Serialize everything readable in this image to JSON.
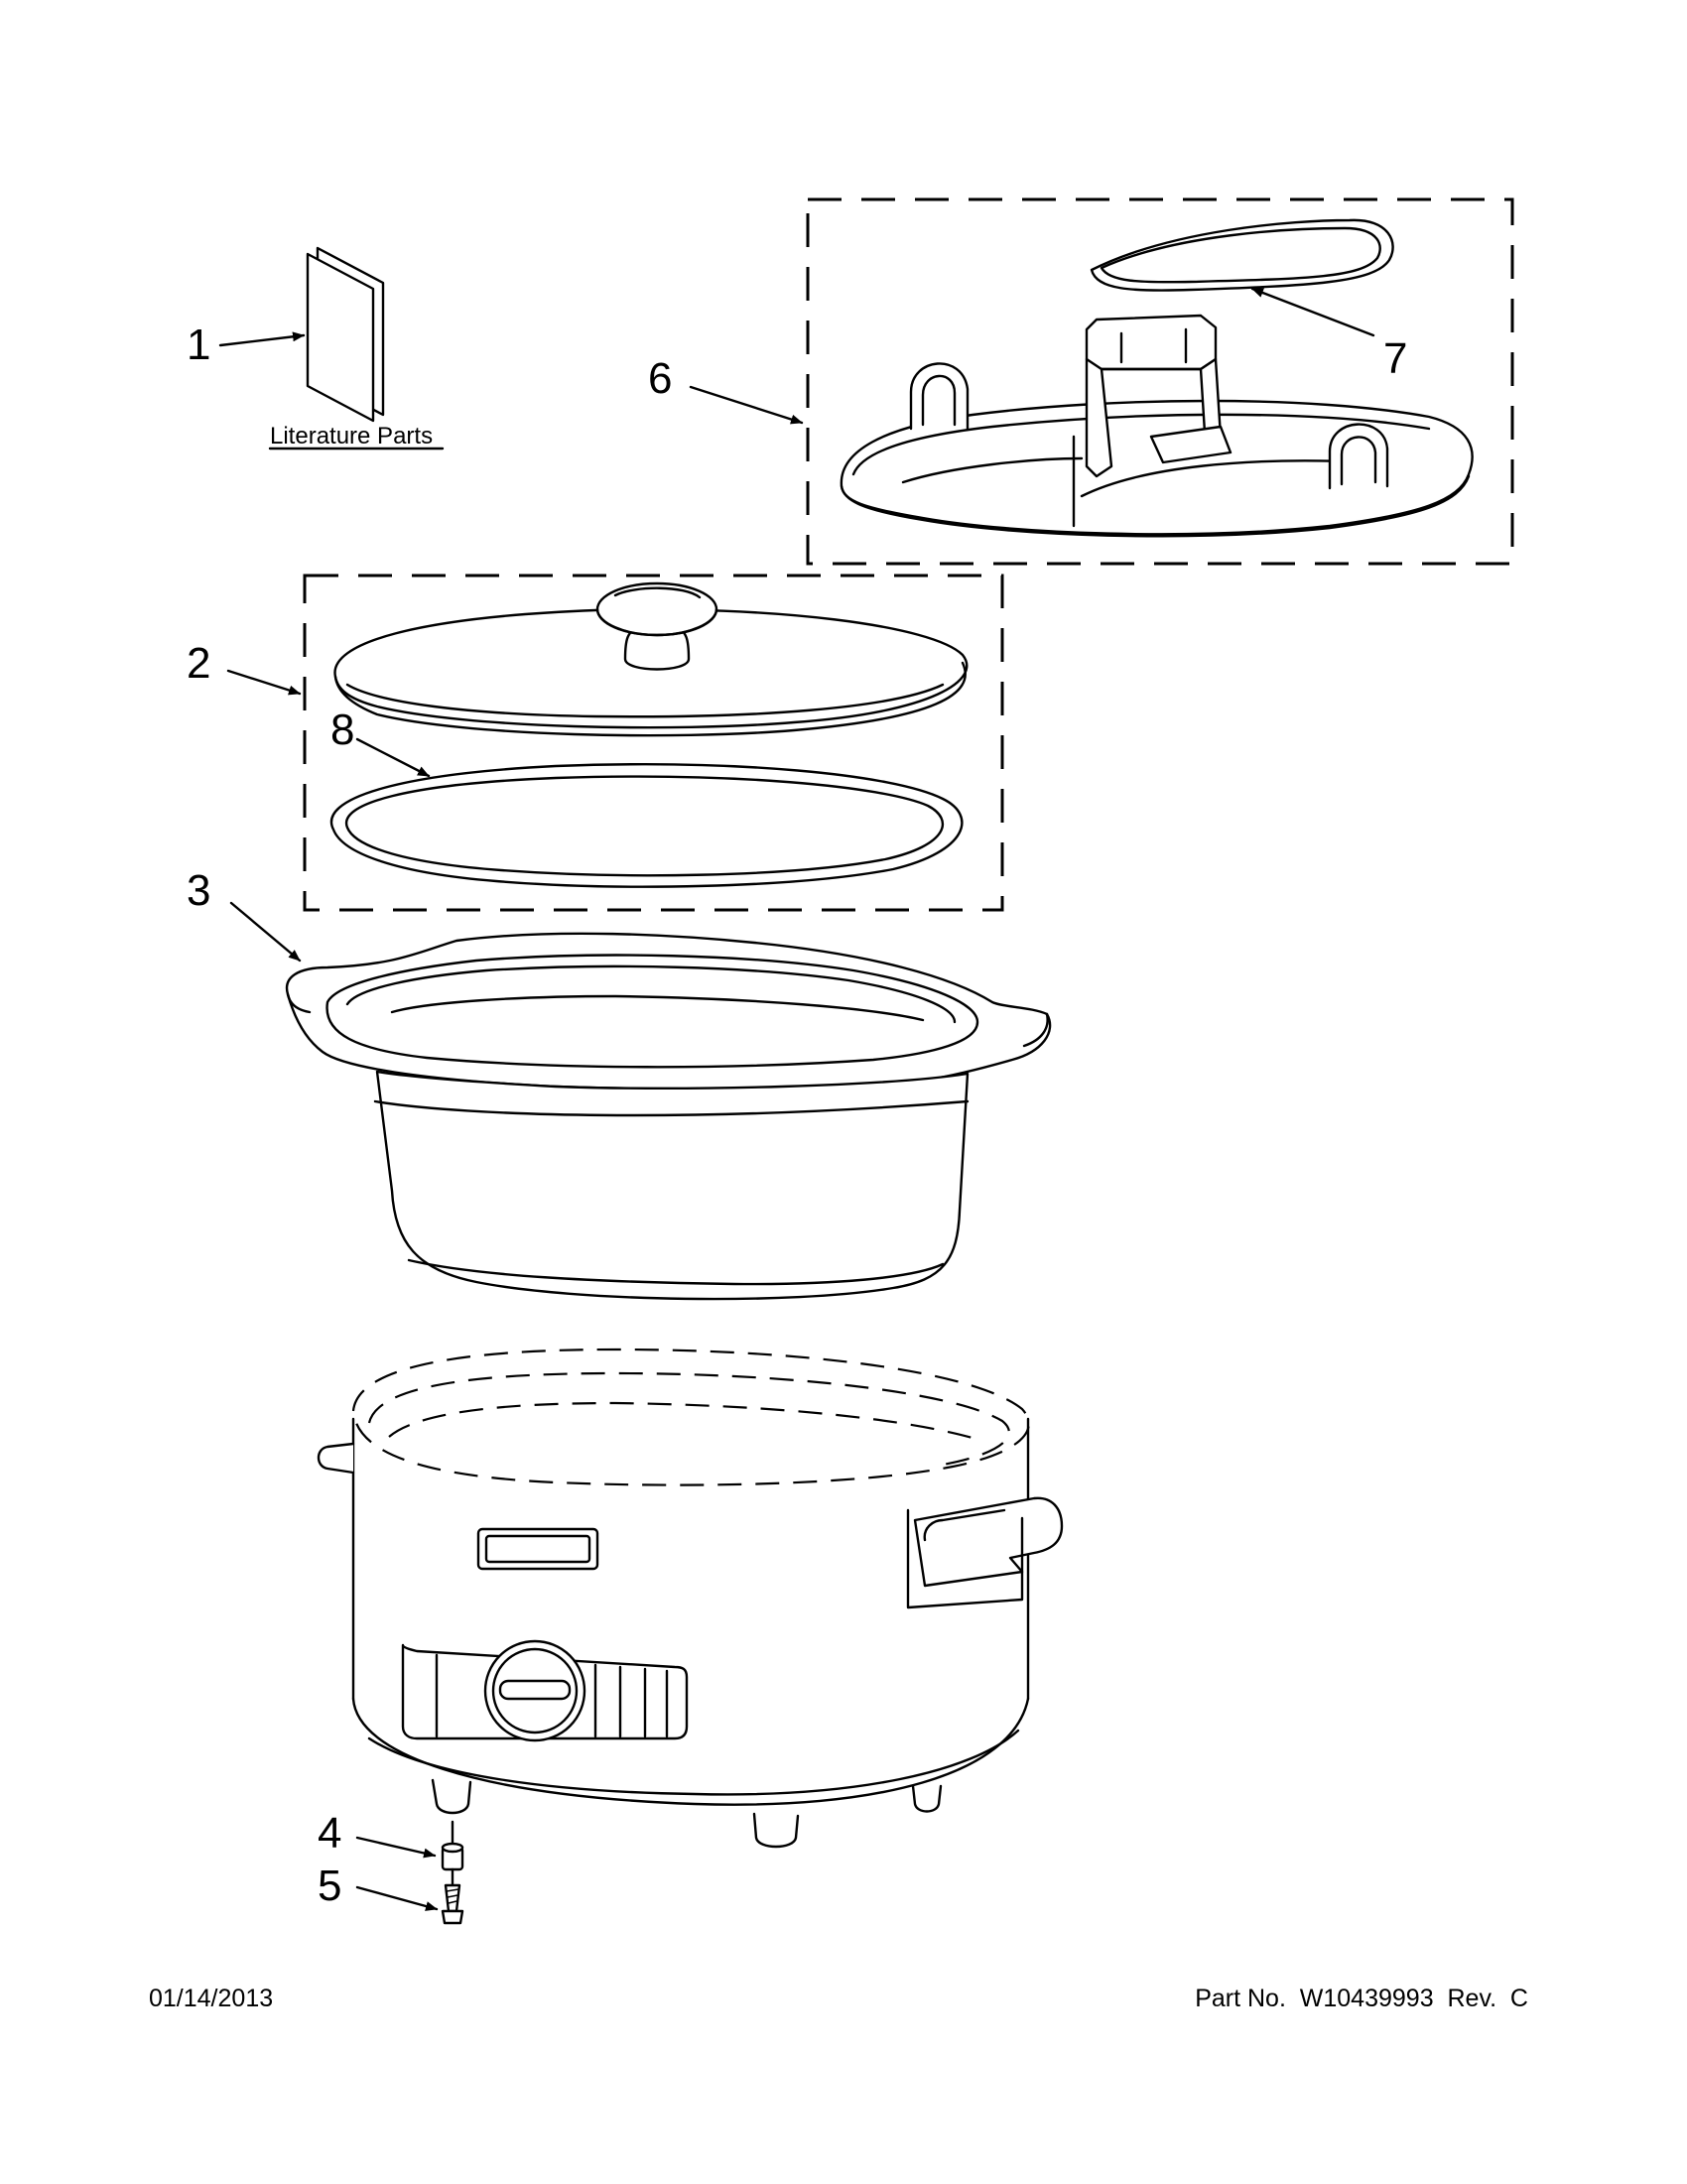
{
  "literature_label": "Literature Parts",
  "callouts": [
    "1",
    "2",
    "3",
    "4",
    "5",
    "6",
    "7",
    "8"
  ],
  "footer": {
    "date": "01/14/2013",
    "part_no": "Part No.  W10439993  Rev.  C"
  }
}
